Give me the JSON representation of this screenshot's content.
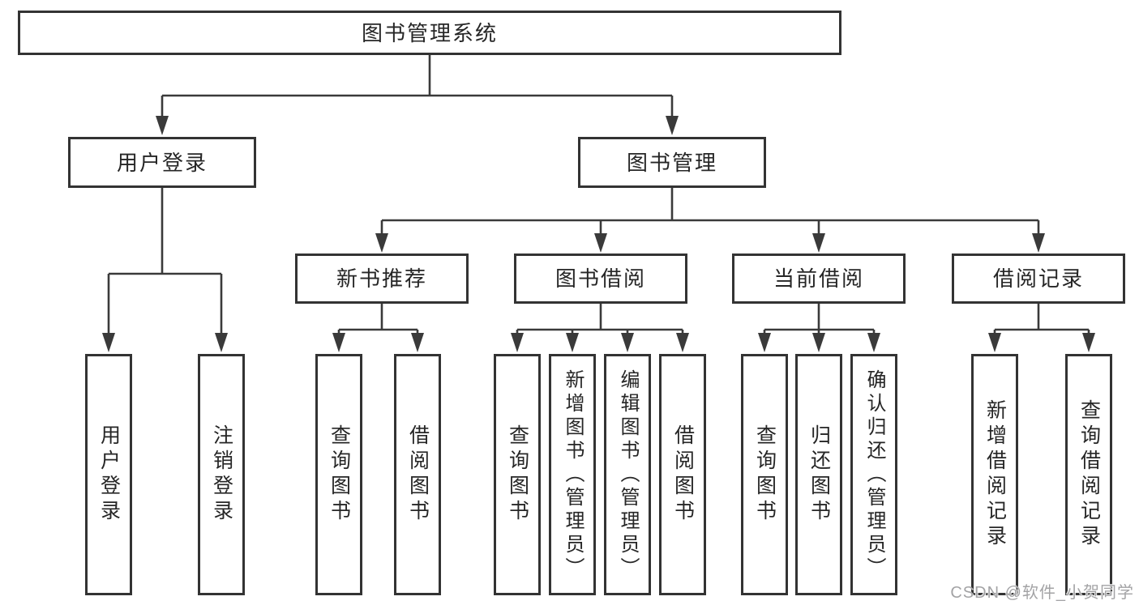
{
  "diagram": {
    "root": {
      "label": "图书管理系统"
    },
    "user_login_branch": {
      "label": "用户登录",
      "children": [
        {
          "label": "用户登录"
        },
        {
          "label": "注销登录"
        }
      ]
    },
    "book_mgmt_branch": {
      "label": "图书管理",
      "sections": [
        {
          "label": "新书推荐",
          "children": [
            {
              "label": "查询图书"
            },
            {
              "label": "借阅图书"
            }
          ]
        },
        {
          "label": "图书借阅",
          "children": [
            {
              "label": "查询图书"
            },
            {
              "label": "新增图书（管理员）"
            },
            {
              "label": "编辑图书（管理员）"
            },
            {
              "label": "借阅图书"
            }
          ]
        },
        {
          "label": "当前借阅",
          "children": [
            {
              "label": "查询图书"
            },
            {
              "label": "归还图书"
            },
            {
              "label": "确认归还（管理员）"
            }
          ]
        },
        {
          "label": "借阅记录",
          "children": [
            {
              "label": "新增借阅记录"
            },
            {
              "label": "查询借阅记录"
            }
          ]
        }
      ]
    },
    "watermark": "CSDN @软件_小贺同学",
    "colors": {
      "line": "#3a3a3a",
      "box_border": "#333333",
      "text": "#262626",
      "background": "#ffffff",
      "watermark_text": "#a3a3a5"
    }
  }
}
